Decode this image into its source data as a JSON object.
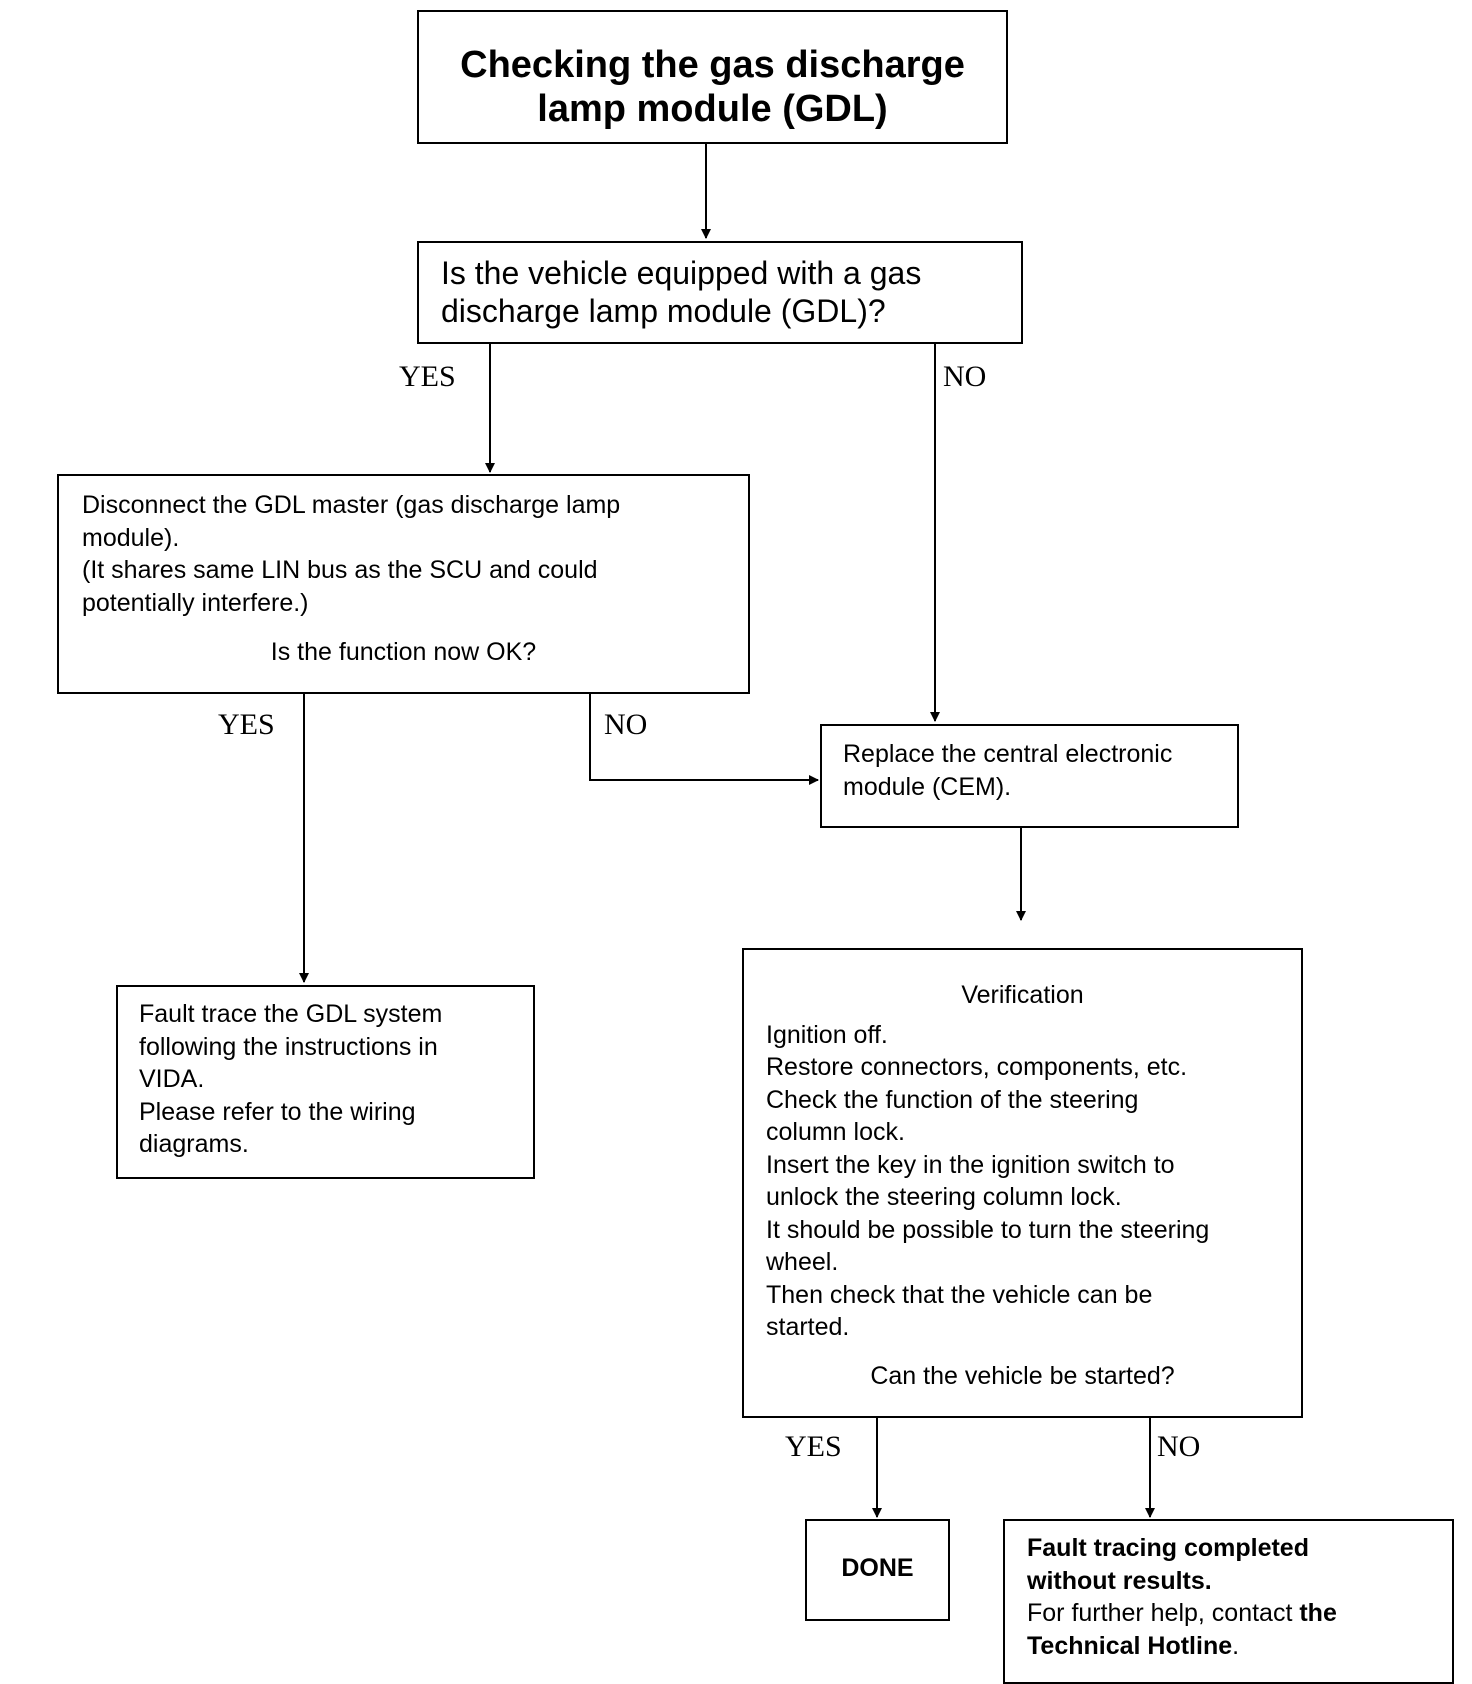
{
  "title": {
    "line1": "Checking the gas discharge",
    "line2": "lamp module (GDL)"
  },
  "question1": {
    "line1": "Is the vehicle equipped with a gas",
    "line2": "discharge lamp module (GDL)?"
  },
  "disconnect": {
    "line1": "Disconnect the GDL master (gas discharge lamp",
    "line2": "module).",
    "line3": "(It shares same LIN bus as the SCU and could",
    "line4": "potentially interfere.)",
    "question": "Is the function now OK?"
  },
  "replace_cem": {
    "line1": "Replace the central electronic",
    "line2": "module (CEM)."
  },
  "fault_trace": {
    "line1": "Fault trace the GDL system",
    "line2": "following the instructions in",
    "line3": "VIDA.",
    "line4": "Please refer to the wiring",
    "line5": "diagrams."
  },
  "verification": {
    "heading": "Verification",
    "lines": [
      "Ignition off.",
      "Restore connectors, components, etc.",
      "Check the function of the steering",
      "column lock.",
      "Insert the key in the ignition switch to",
      "unlock the steering column lock.",
      "It should be possible to turn the steering",
      "wheel.",
      "Then check that the vehicle can be",
      "started."
    ],
    "question": "Can the vehicle be started?"
  },
  "done": "DONE",
  "no_result": {
    "line1": "Fault tracing completed",
    "line2": "without results.",
    "line3_normal": "For further help, contact ",
    "line3_bold": "the",
    "line4_bold": "Technical Hotline",
    "line4_end": "."
  },
  "labels": {
    "yes1": "YES",
    "no1": "NO",
    "yes2": "YES",
    "no2": "NO",
    "yes3": "YES",
    "no3": "NO"
  }
}
